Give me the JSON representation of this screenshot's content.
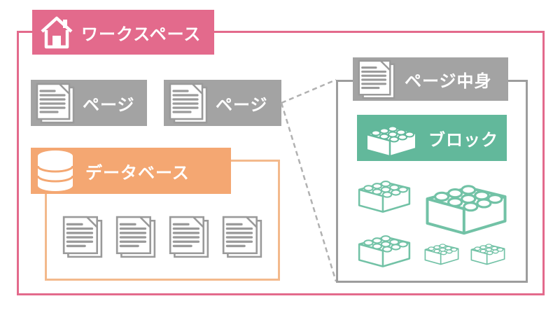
{
  "workspace": {
    "label": "ワークスペース",
    "icon": "house-icon"
  },
  "pages": [
    {
      "label": "ページ",
      "icon": "document-icon"
    },
    {
      "label": "ページ",
      "icon": "document-icon"
    }
  ],
  "database": {
    "label": "データベース",
    "icon": "database-icon",
    "entries": [
      {
        "icon": "document-icon"
      },
      {
        "icon": "document-icon"
      },
      {
        "icon": "document-icon"
      },
      {
        "icon": "document-icon"
      }
    ]
  },
  "page_content": {
    "label": "ページ中身",
    "icon": "document-icon",
    "block": {
      "label": "ブロック",
      "icon": "lego-brick-icon"
    },
    "bricks": [
      {
        "icon": "lego-brick-icon"
      },
      {
        "icon": "lego-brick-icon"
      },
      {
        "icon": "lego-brick-icon"
      },
      {
        "icon": "lego-brick-icon"
      },
      {
        "icon": "lego-brick-icon"
      }
    ]
  },
  "colors": {
    "workspace": "#e36a8c",
    "page": "#a3a3a3",
    "database": "#f4a772",
    "database_border": "#f3b98c",
    "block": "#62b89b",
    "brick_outline": "#72c2a6",
    "content_border": "#9d9d9d",
    "connector": "#b1b1b1"
  }
}
